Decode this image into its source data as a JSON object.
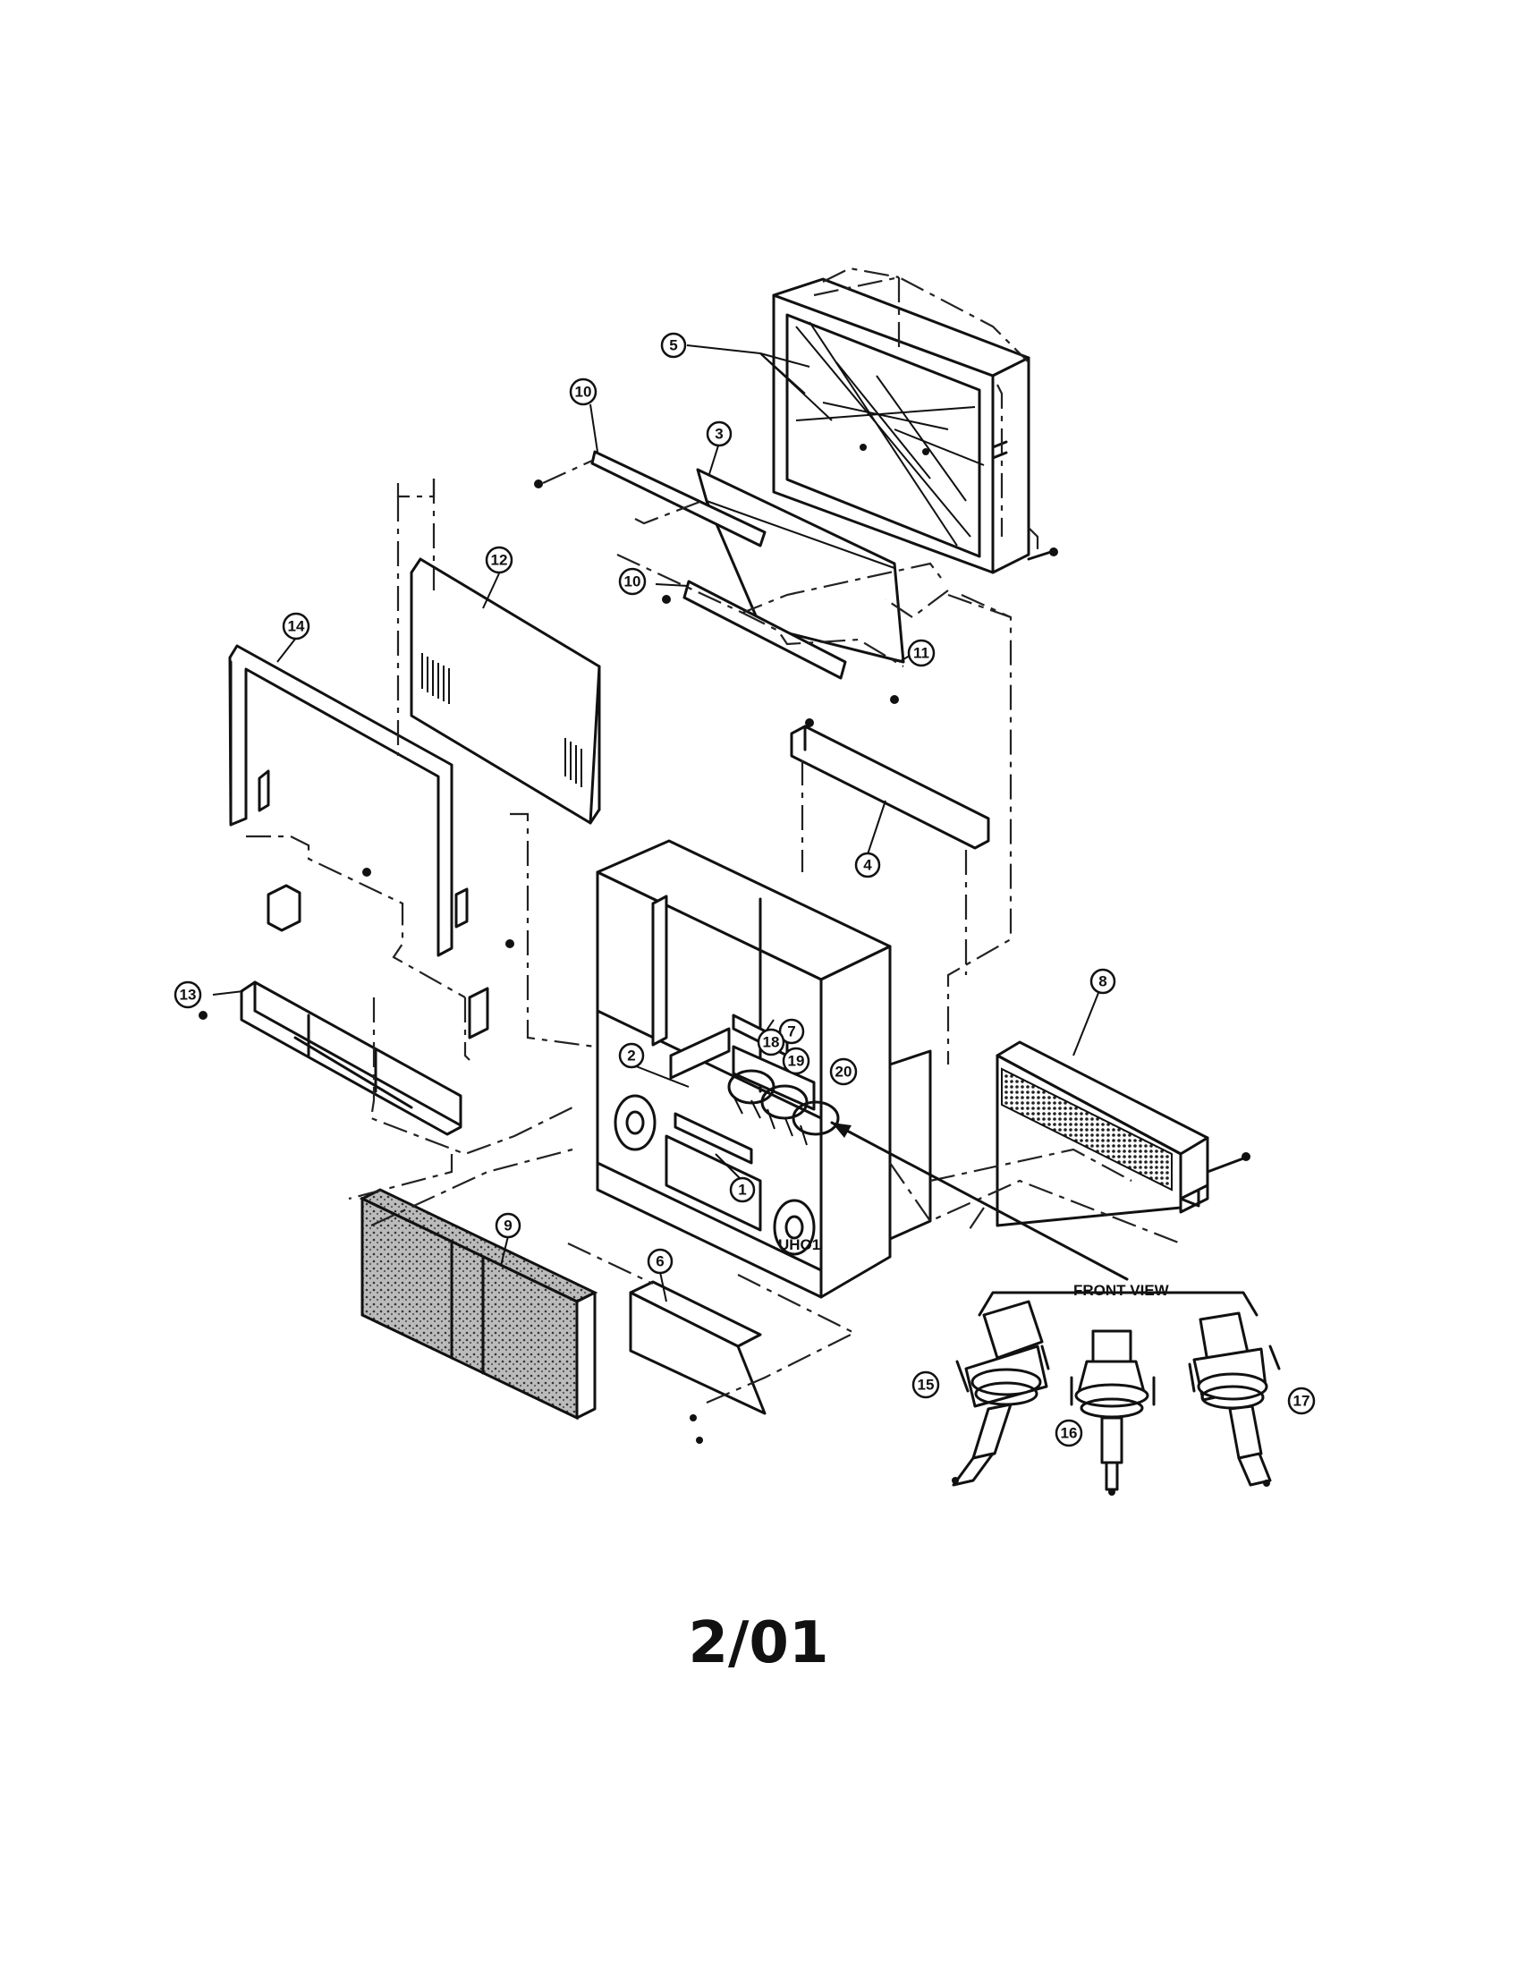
{
  "page_label": "2/01",
  "front_view_label": "FRONT VIEW",
  "stamp_label": "UHO1",
  "callouts": [
    "1",
    "2",
    "3",
    "4",
    "5",
    "6",
    "7",
    "8",
    "9",
    "10",
    "10",
    "11",
    "12",
    "13",
    "14",
    "15",
    "16",
    "17",
    "18",
    "19",
    "20"
  ]
}
